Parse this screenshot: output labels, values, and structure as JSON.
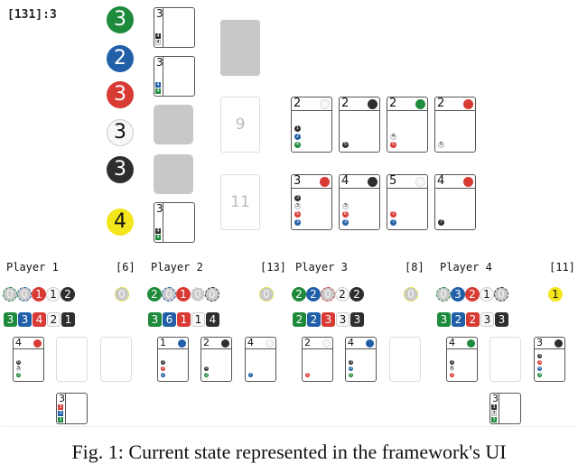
{
  "header": {
    "status": "[131]:3"
  },
  "colors": {
    "green": "#1e8a3c",
    "blue": "#2160a8",
    "red": "#d83a34",
    "white": "#f7f7f7",
    "black": "#2e2e2e",
    "gold": "#f3e61c",
    "zero": "#c9c9c9"
  },
  "bank": [
    {
      "color": "green",
      "count": "3"
    },
    {
      "color": "blue",
      "count": "2"
    },
    {
      "color": "red",
      "count": "3"
    },
    {
      "color": "white",
      "count": "3"
    },
    {
      "color": "black",
      "count": "3"
    },
    {
      "color": "gold",
      "count": "4"
    }
  ],
  "nobles": [
    {
      "points": "3",
      "cost": [
        {
          "color": "black",
          "n": "4"
        },
        {
          "color": "white",
          "n": "4"
        }
      ]
    },
    {
      "points": "3",
      "cost": [
        {
          "color": "blue",
          "n": "4"
        },
        {
          "color": "green",
          "n": "4"
        }
      ]
    },
    null,
    null,
    {
      "points": "3",
      "cost": [
        {
          "color": "black",
          "n": "4"
        },
        {
          "color": "green",
          "n": "4"
        }
      ]
    }
  ],
  "decks": [
    {
      "count": ""
    },
    {
      "count": "9"
    },
    {
      "count": "11"
    }
  ],
  "board": [
    [],
    [
      {
        "points": "2",
        "color": "white",
        "cost": [
          {
            "color": "black",
            "n": "1"
          },
          {
            "color": "blue",
            "n": "2"
          },
          {
            "color": "green",
            "n": "4"
          }
        ]
      },
      {
        "points": "2",
        "color": "black",
        "cost": [
          {
            "color": "black",
            "n": "5"
          }
        ]
      },
      {
        "points": "2",
        "color": "green",
        "cost": [
          {
            "color": "white",
            "n": "4"
          },
          {
            "color": "red",
            "n": "5"
          }
        ]
      },
      {
        "points": "2",
        "color": "red",
        "cost": [
          {
            "color": "white",
            "n": "5"
          }
        ]
      }
    ],
    [
      {
        "points": "3",
        "color": "red",
        "cost": [
          {
            "color": "black",
            "n": "3"
          },
          {
            "color": "white",
            "n": "3"
          },
          {
            "color": "red",
            "n": "5"
          },
          {
            "color": "blue",
            "n": "3"
          }
        ]
      },
      {
        "points": "4",
        "color": "black",
        "cost": [
          {
            "color": "white",
            "n": "3"
          },
          {
            "color": "red",
            "n": "6"
          },
          {
            "color": "blue",
            "n": "3"
          }
        ]
      },
      {
        "points": "5",
        "color": "white",
        "cost": [
          {
            "color": "red",
            "n": "3"
          },
          {
            "color": "blue",
            "n": "7"
          }
        ]
      },
      {
        "points": "4",
        "color": "red",
        "cost": [
          {
            "color": "black",
            "n": "7"
          }
        ]
      }
    ]
  ],
  "players": [
    {
      "name": "Player 1",
      "score": "[6]",
      "tokens": [
        {
          "color": "green",
          "n": "0"
        },
        {
          "color": "blue",
          "n": "0"
        },
        {
          "color": "red",
          "n": "1"
        },
        {
          "color": "white",
          "n": "1"
        },
        {
          "color": "black",
          "n": "2"
        }
      ],
      "gold": "0",
      "bonuses": [
        {
          "color": "green",
          "n": "3"
        },
        {
          "color": "blue",
          "n": "3"
        },
        {
          "color": "red",
          "n": "4"
        },
        {
          "color": "white",
          "n": "2"
        },
        {
          "color": "black",
          "n": "1"
        }
      ],
      "reserved": [
        {
          "points": "4",
          "color": "red",
          "cost": [
            {
              "color": "black",
              "n": "6"
            },
            {
              "color": "white",
              "n": "3"
            },
            {
              "color": "green",
              "n": "3"
            }
          ]
        },
        null,
        null
      ],
      "nobles": [
        {
          "points": "3",
          "cost": [
            {
              "color": "red",
              "n": "3"
            },
            {
              "color": "blue",
              "n": "3"
            },
            {
              "color": "green",
              "n": "3"
            }
          ]
        }
      ]
    },
    {
      "name": "Player 2",
      "score": "[13]",
      "tokens": [
        {
          "color": "green",
          "n": "2"
        },
        {
          "color": "blue",
          "n": "0"
        },
        {
          "color": "red",
          "n": "1"
        },
        {
          "color": "white",
          "n": "0"
        },
        {
          "color": "black",
          "n": "0"
        }
      ],
      "gold": "0",
      "bonuses": [
        {
          "color": "green",
          "n": "3"
        },
        {
          "color": "blue",
          "n": "6"
        },
        {
          "color": "red",
          "n": "1"
        },
        {
          "color": "white",
          "n": "1"
        },
        {
          "color": "black",
          "n": "4"
        }
      ],
      "reserved": [
        {
          "points": "1",
          "color": "blue",
          "cost": [
            {
              "color": "black",
              "n": "3"
            },
            {
              "color": "red",
              "n": "3"
            },
            {
              "color": "blue",
              "n": "2"
            }
          ]
        },
        {
          "points": "2",
          "color": "black",
          "cost": [
            {
              "color": "black",
              "n": "5"
            },
            {
              "color": "green",
              "n": "3"
            }
          ]
        },
        {
          "points": "4",
          "color": "white",
          "cost": [
            {
              "color": "blue",
              "n": "7"
            }
          ]
        }
      ],
      "nobles": []
    },
    {
      "name": "Player 3",
      "score": "[8]",
      "tokens": [
        {
          "color": "green",
          "n": "2"
        },
        {
          "color": "blue",
          "n": "2"
        },
        {
          "color": "red",
          "n": "0"
        },
        {
          "color": "white",
          "n": "2"
        },
        {
          "color": "black",
          "n": "2"
        }
      ],
      "gold": "0",
      "bonuses": [
        {
          "color": "green",
          "n": "2"
        },
        {
          "color": "blue",
          "n": "2"
        },
        {
          "color": "red",
          "n": "3"
        },
        {
          "color": "white",
          "n": "3"
        },
        {
          "color": "black",
          "n": "3"
        }
      ],
      "reserved": [
        {
          "points": "2",
          "color": "white",
          "cost": [
            {
              "color": "red",
              "n": "5"
            }
          ]
        },
        {
          "points": "4",
          "color": "blue",
          "cost": [
            {
              "color": "black",
              "n": "3"
            },
            {
              "color": "blue",
              "n": "3"
            },
            {
              "color": "green",
              "n": "6"
            }
          ]
        },
        null
      ],
      "nobles": []
    },
    {
      "name": "Player 4",
      "score": "[11]",
      "tokens": [
        {
          "color": "green",
          "n": "0"
        },
        {
          "color": "blue",
          "n": "3"
        },
        {
          "color": "red",
          "n": "2"
        },
        {
          "color": "white",
          "n": "1"
        },
        {
          "color": "black",
          "n": "0"
        }
      ],
      "gold": "1",
      "bonuses": [
        {
          "color": "green",
          "n": "3"
        },
        {
          "color": "blue",
          "n": "2"
        },
        {
          "color": "red",
          "n": "2"
        },
        {
          "color": "white",
          "n": "3"
        },
        {
          "color": "black",
          "n": "3"
        }
      ],
      "reserved": [
        {
          "points": "4",
          "color": "green",
          "cost": [
            {
              "color": "black",
              "n": "3"
            },
            {
              "color": "white",
              "n": "6"
            },
            {
              "color": "red",
              "n": "3"
            }
          ]
        },
        null,
        {
          "points": "3",
          "color": "black",
          "cost": [
            {
              "color": "black",
              "n": "3"
            },
            {
              "color": "red",
              "n": "3"
            },
            {
              "color": "blue",
              "n": "5"
            },
            {
              "color": "green",
              "n": "3"
            }
          ]
        }
      ],
      "nobles": [
        {
          "points": "3",
          "cost": [
            {
              "color": "black",
              "n": "3"
            },
            {
              "color": "white",
              "n": "3"
            },
            {
              "color": "green",
              "n": "3"
            }
          ]
        }
      ]
    }
  ],
  "caption": "Fig. 1: Current state represented in the framework's UI"
}
